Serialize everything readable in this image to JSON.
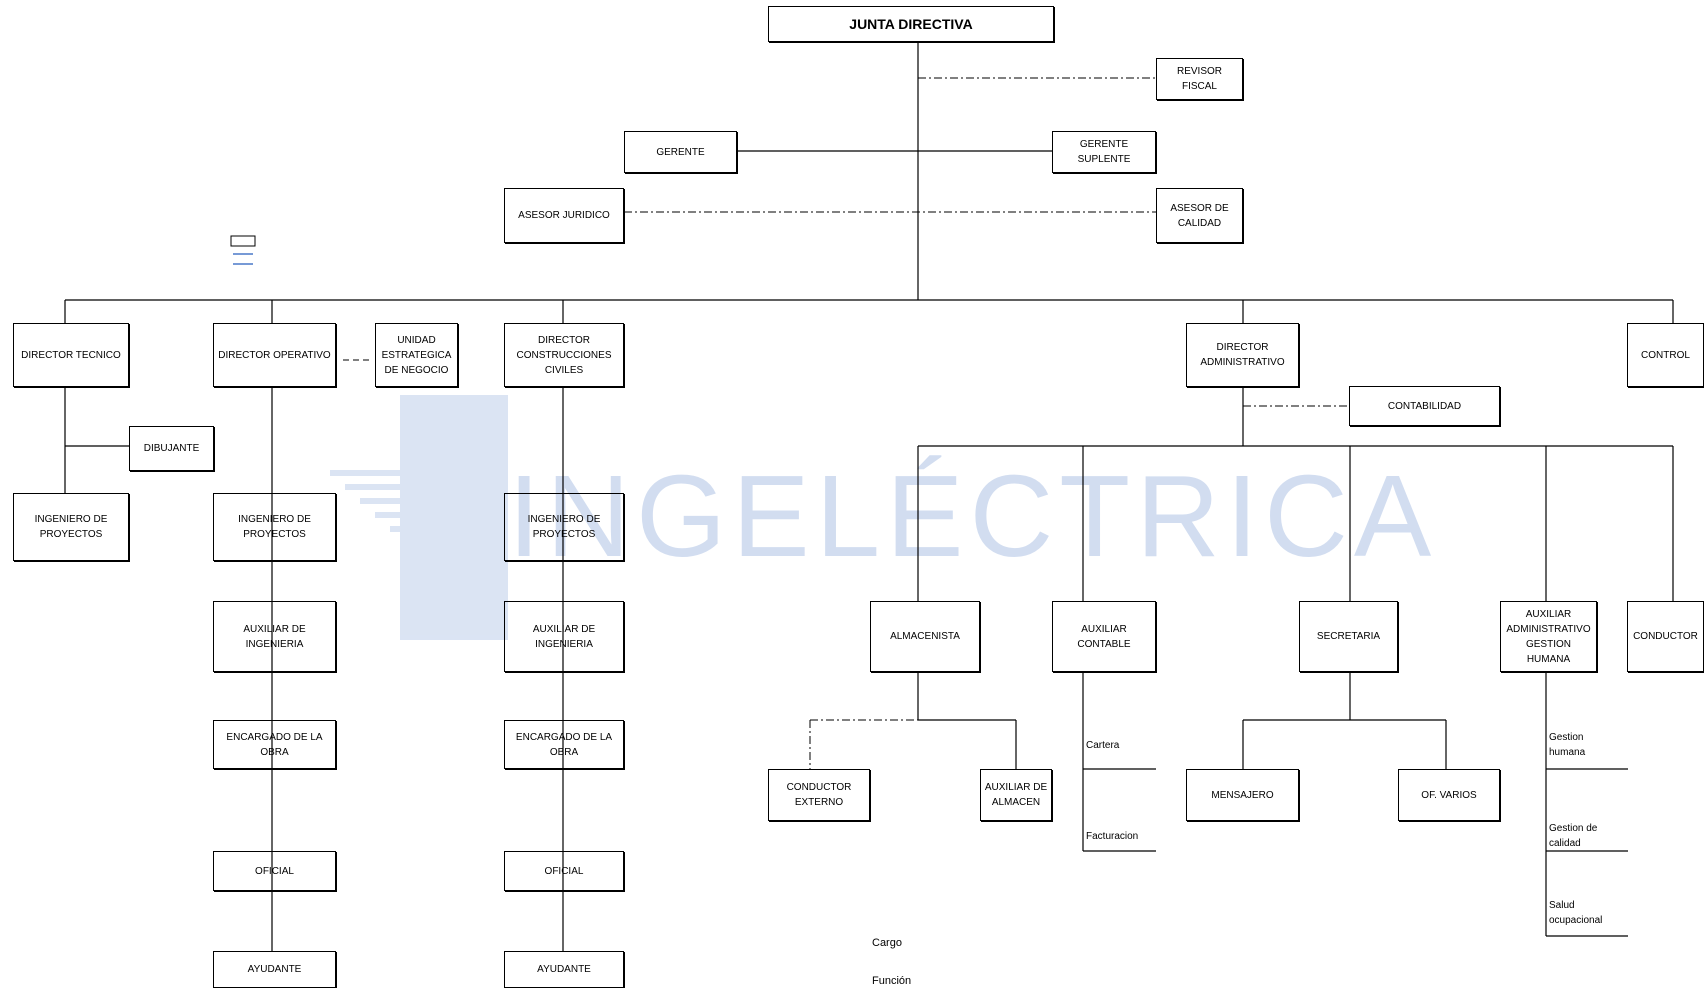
{
  "watermark": {
    "text": "INGELÉCTRICA",
    "color": "#7f9fd6"
  },
  "nodes": {
    "junta": "JUNTA DIRECTIVA",
    "revisor": "REVISOR FISCAL",
    "gerente": "GERENTE",
    "gerente_suplente": "GERENTE SUPLENTE",
    "asesor_juridico": "ASESOR JURIDICO",
    "asesor_calidad": "ASESOR DE CALIDAD",
    "director_tecnico": "DIRECTOR TECNICO",
    "director_operativo": "DIRECTOR OPERATIVO",
    "unidad_estrategica": "UNIDAD ESTRATEGICA DE NEGOCIO",
    "director_construcciones": "DIRECTOR CONSTRUCCIONES CIVILES",
    "director_administrativo": "DIRECTOR ADMINISTRATIVO",
    "control": "CONTROL",
    "contabilidad": "CONTABILIDAD",
    "dibujante": "DIBUJANTE",
    "ingeniero_proyectos_1": "INGENIERO DE PROYECTOS",
    "ingeniero_proyectos_2": "INGENIERO DE PROYECTOS",
    "ingeniero_proyectos_3": "INGENIERO DE PROYECTOS",
    "auxiliar_ingenieria_1": "AUXILIAR DE INGENIERIA",
    "auxiliar_ingenieria_2": "AUXILIAR DE INGENIERIA",
    "encargado_obra_1": "ENCARGADO DE LA OBRA",
    "encargado_obra_2": "ENCARGADO DE LA OBRA",
    "oficial_1": "OFICIAL",
    "oficial_2": "OFICIAL",
    "ayudante_1": "AYUDANTE",
    "ayudante_2": "AYUDANTE",
    "almacenista": "ALMACENISTA",
    "auxiliar_contable": "AUXILIAR CONTABLE",
    "secretaria": "SECRETARIA",
    "auxiliar_gestion_humana": "AUXILIAR ADMINISTRATIVO GESTION HUMANA",
    "conductor": "CONDUCTOR",
    "conductor_externo": "CONDUCTOR EXTERNO",
    "auxiliar_almacen": "AUXILIAR DE ALMACEN",
    "mensajero": "MENSAJERO",
    "of_varios": "OF. VARIOS"
  },
  "functions": {
    "cartera": "Cartera",
    "facturacion": "Facturacion",
    "gestion_humana": "Gestion humana",
    "gestion_calidad": "Gestion de calidad",
    "salud_ocupacional": "Salud ocupacional"
  },
  "legend": {
    "cargo": "Cargo",
    "funcion": "Función"
  }
}
